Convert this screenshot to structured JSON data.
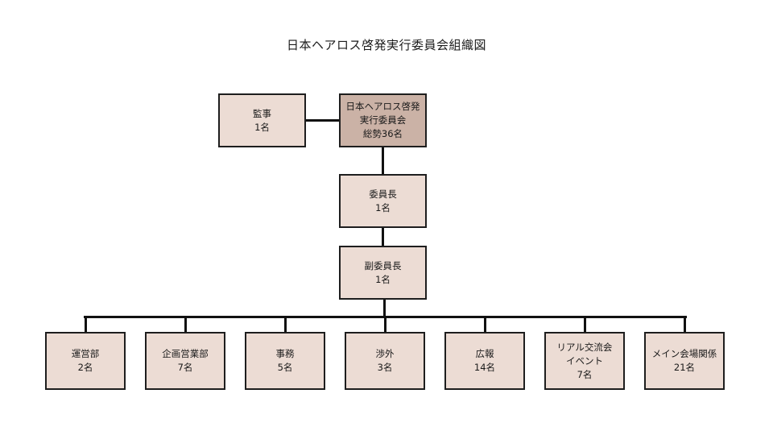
{
  "title": "日本ヘアロス啓発実行委員会組織図",
  "colors": {
    "root_fill": "#cbb2a6",
    "node_fill": "#ecdcd4",
    "border": "#1e1e1e",
    "connector": "#111111"
  },
  "root": {
    "lines": [
      "日本ヘアロス啓発",
      "実行委員会",
      "総勢36名"
    ]
  },
  "auditor": {
    "lines": [
      "監事",
      "1名"
    ]
  },
  "chair": {
    "lines": [
      "委員長",
      "1名"
    ]
  },
  "vice_chair": {
    "lines": [
      "副委員長",
      "1名"
    ]
  },
  "departments": [
    {
      "lines": [
        "運営部",
        "2名"
      ]
    },
    {
      "lines": [
        "企画営業部",
        "7名"
      ]
    },
    {
      "lines": [
        "事務",
        "5名"
      ]
    },
    {
      "lines": [
        "渉外",
        "3名"
      ]
    },
    {
      "lines": [
        "広報",
        "14名"
      ]
    },
    {
      "lines": [
        "リアル交流会",
        "イベント",
        "7名"
      ]
    },
    {
      "lines": [
        "メイン会場関係",
        "21名"
      ]
    }
  ]
}
